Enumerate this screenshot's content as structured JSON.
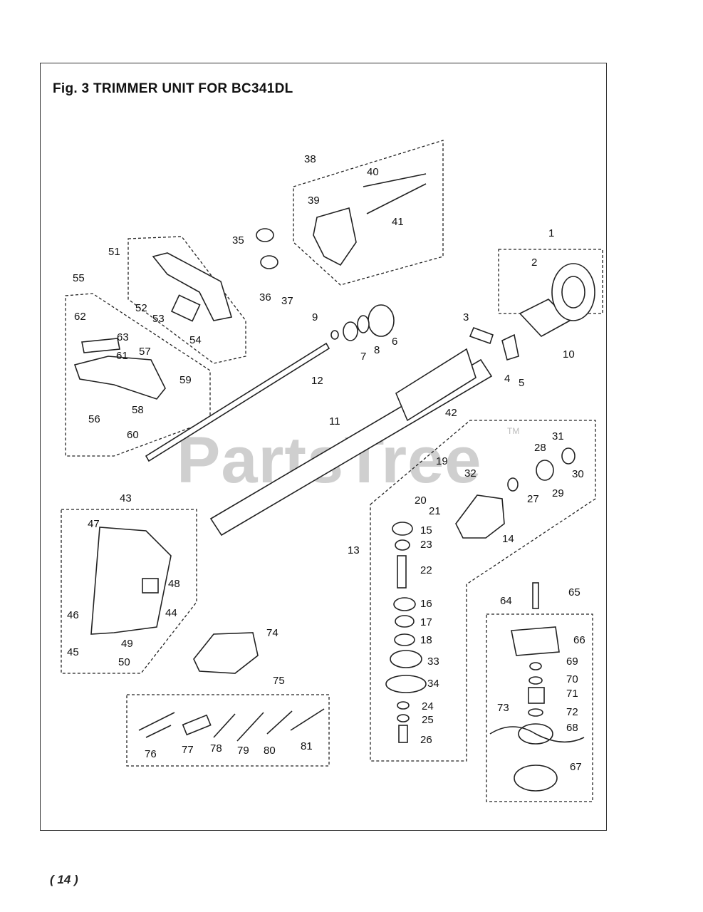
{
  "figure": {
    "title": "Fig. 3  TRIMMER UNIT FOR BC341DL",
    "page_number": "( 14 )",
    "watermark": "PartsTree",
    "watermark_tm": "TM"
  },
  "callouts": [
    "1",
    "2",
    "3",
    "4",
    "5",
    "6",
    "7",
    "8",
    "9",
    "10",
    "11",
    "12",
    "13",
    "14",
    "15",
    "16",
    "17",
    "18",
    "19",
    "20",
    "21",
    "22",
    "23",
    "24",
    "25",
    "26",
    "27",
    "28",
    "29",
    "30",
    "31",
    "32",
    "33",
    "34",
    "35",
    "36",
    "37",
    "38",
    "39",
    "40",
    "41",
    "42",
    "43",
    "44",
    "45",
    "46",
    "47",
    "48",
    "49",
    "50",
    "51",
    "52",
    "53",
    "54",
    "55",
    "56",
    "57",
    "58",
    "59",
    "60",
    "61",
    "62",
    "63",
    "64",
    "65",
    "66",
    "67",
    "68",
    "69",
    "70",
    "71",
    "72",
    "73",
    "74",
    "75",
    "76",
    "77",
    "78",
    "79",
    "80",
    "81"
  ]
}
